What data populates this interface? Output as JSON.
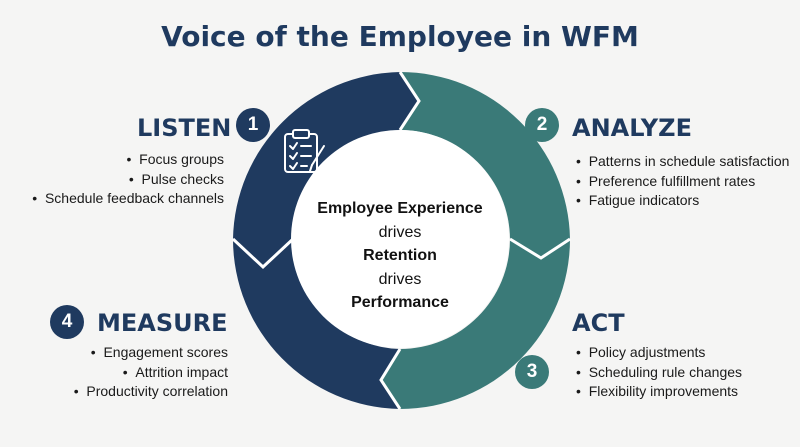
{
  "title": "Voice of the Employee in WFM",
  "center": {
    "line1": "Employee Experience",
    "line2": "drives",
    "line3": "Retention",
    "line4": "drives",
    "line5": "Performance"
  },
  "stages": [
    {
      "number": "1",
      "name": "LISTEN",
      "items": [
        "Focus groups",
        "Pulse checks",
        "Schedule feedback channels"
      ]
    },
    {
      "number": "2",
      "name": "ANALYZE",
      "items": [
        "Patterns in schedule satisfaction",
        "Preference fulfillment rates",
        "Fatigue indicators"
      ]
    },
    {
      "number": "3",
      "name": "ACT",
      "items": [
        "Policy adjustments",
        "Scheduling rule changes",
        "Flexibility improvements"
      ]
    },
    {
      "number": "4",
      "name": "MEASURE",
      "items": [
        "Engagement scores",
        "Attrition impact",
        "Productivity correlation"
      ]
    }
  ],
  "colors": {
    "navy": "#1f3a5f",
    "teal": "#3a7a78",
    "background": "#f5f5f4"
  },
  "icons": {
    "listen": "clipboard-checklist-icon"
  }
}
